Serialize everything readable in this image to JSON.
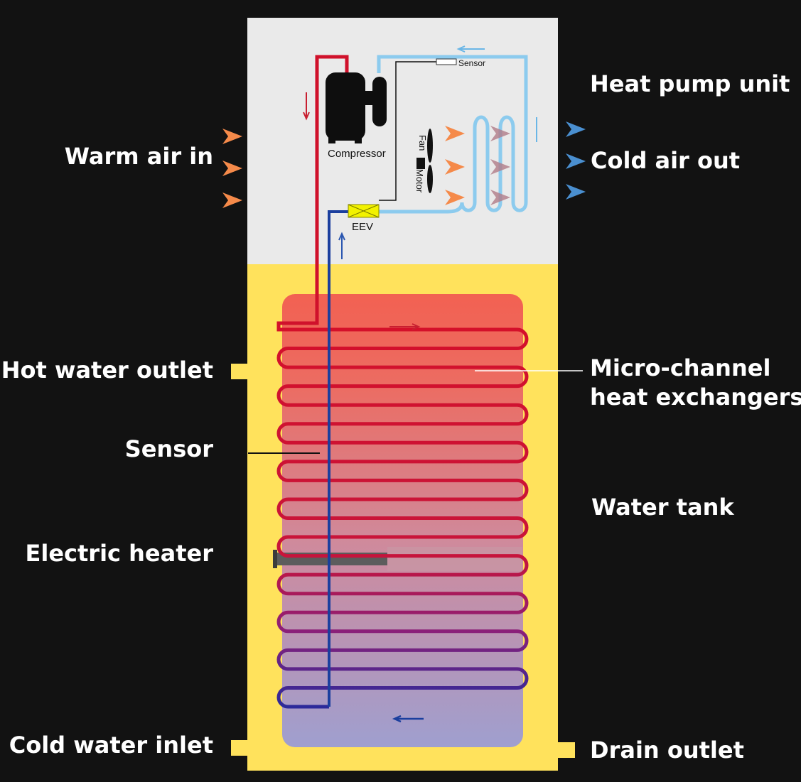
{
  "labels": {
    "heat_pump_unit": "Heat pump unit",
    "warm_air_in": "Warm air in",
    "cold_air_out": "Cold air out",
    "hot_water_outlet": "Hot water outlet",
    "micro_channel_line1": "Micro-channel",
    "micro_channel_line2": "heat exchangers",
    "sensor": "Sensor",
    "water_tank": "Water tank",
    "electric_heater": "Electric heater",
    "cold_water_inlet": "Cold water inlet",
    "drain_outlet": "Drain outlet"
  },
  "unit_labels": {
    "compressor": "Compressor",
    "sensor": "Sensor",
    "fan": "Fan",
    "motor": "Motor",
    "eev": "EEV"
  },
  "colors": {
    "background": "#121212",
    "unit_housing": "#eaeaea",
    "tank_shell": "#ffe25c",
    "tank_top": "#f26152",
    "tank_bottom": "#a0a0d0",
    "hot_pipe": "#d0112b",
    "cold_pipe": "#1b3f9e",
    "suction_pipe": "#8ccbee",
    "warm_air_arrow": "#f58a4a",
    "cold_air_arrow": "#4a8fd0",
    "heater_rod": "#5c5c5c"
  },
  "icons": [
    "compressor-icon",
    "fan-icon",
    "eev-valve-icon",
    "warm-air-arrow-icon",
    "cold-air-arrow-icon"
  ]
}
